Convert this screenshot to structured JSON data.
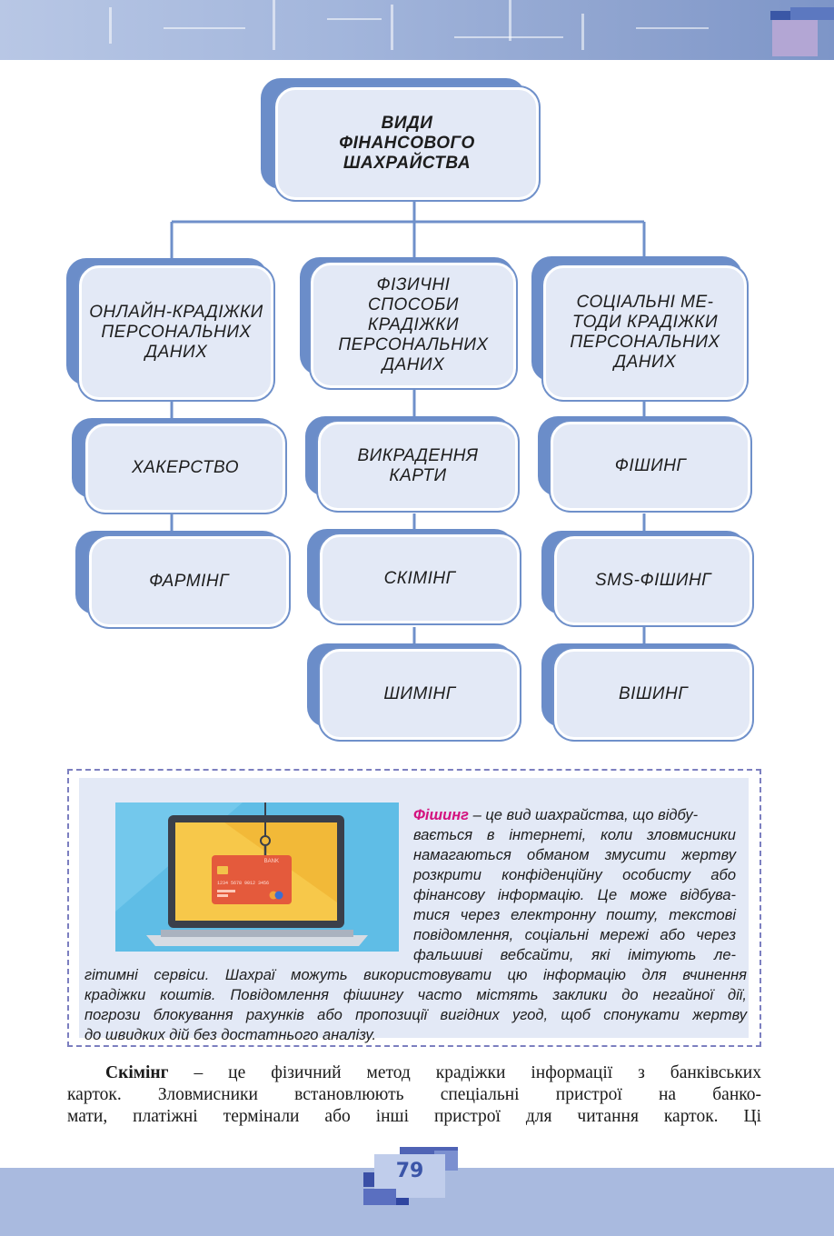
{
  "diagram": {
    "root": "ВИДИ\nФІНАНСОВОГО\nШАХРАЙСТВА",
    "categories": [
      "ОНЛАЙН-КРАДІЖКИ\nПЕРСОНАЛЬНИХ\nДАНИХ",
      "ФІЗИЧНІ\nСПОСОБИ\nКРАДІЖКИ\nПЕРСОНАЛЬНИХ\nДАНИХ",
      "СОЦІАЛЬНІ МЕ-\nТОДИ КРАДІЖКИ\nПЕРСОНАЛЬНИХ\nДАНИХ"
    ],
    "online_items": [
      "ХАКЕРСТВО",
      "ФАРМІНГ"
    ],
    "physical_items": [
      "ВИКРАДЕННЯ\nКАРТИ",
      "СКІМІНГ",
      "ШИМІНГ"
    ],
    "social_items": [
      "ФІШИНГ",
      "SMS-ФІШИНГ",
      "ВІШИНГ"
    ]
  },
  "colors": {
    "node_fill": "#e3e9f6",
    "node_shadow": "#6b8dc9",
    "connector": "#6f90ca",
    "phishing_term": "#d4127e",
    "band": "#a9badf"
  },
  "illustration": {
    "card_text": "BANK",
    "card_number": "1234 5678 9012 3456"
  },
  "info_box": {
    "term": "Фішинг",
    "lines_right": [
      " – це вид шахрайства, що відбу-",
      "вається в інтернеті, коли зловмисники",
      "намагаються обманом змусити жертву",
      "розкрити конфіденційну особисту або",
      "фінансову інформацію. Це може відбува-",
      "тися через електронну пошту, текстові",
      "повідомлення, соціальні мережі або через",
      "фальшиві вебсайти, які імітують ле-"
    ],
    "lines_full": [
      "гітимні сервіси. Шахраї можуть використовувати цю інформацію для вчинення",
      "крадіжки коштів. Повідомлення фішингу часто містять заклики до негайної дії,",
      "погрози блокування рахунків або пропозиції вигідних угод, щоб спонукати жертву",
      "до швидких дій без достатнього аналізу."
    ]
  },
  "body": {
    "term": "Скімінг",
    "line1_rest": " – це фізичний метод крадіжки інформації з банківських",
    "line2": "карток. Зловмисники встановлюють спеціальні пристрої на банко-",
    "line3": "мати, платіжні термінали або інші пристрої для читання карток. Ці"
  },
  "page_number": "79"
}
